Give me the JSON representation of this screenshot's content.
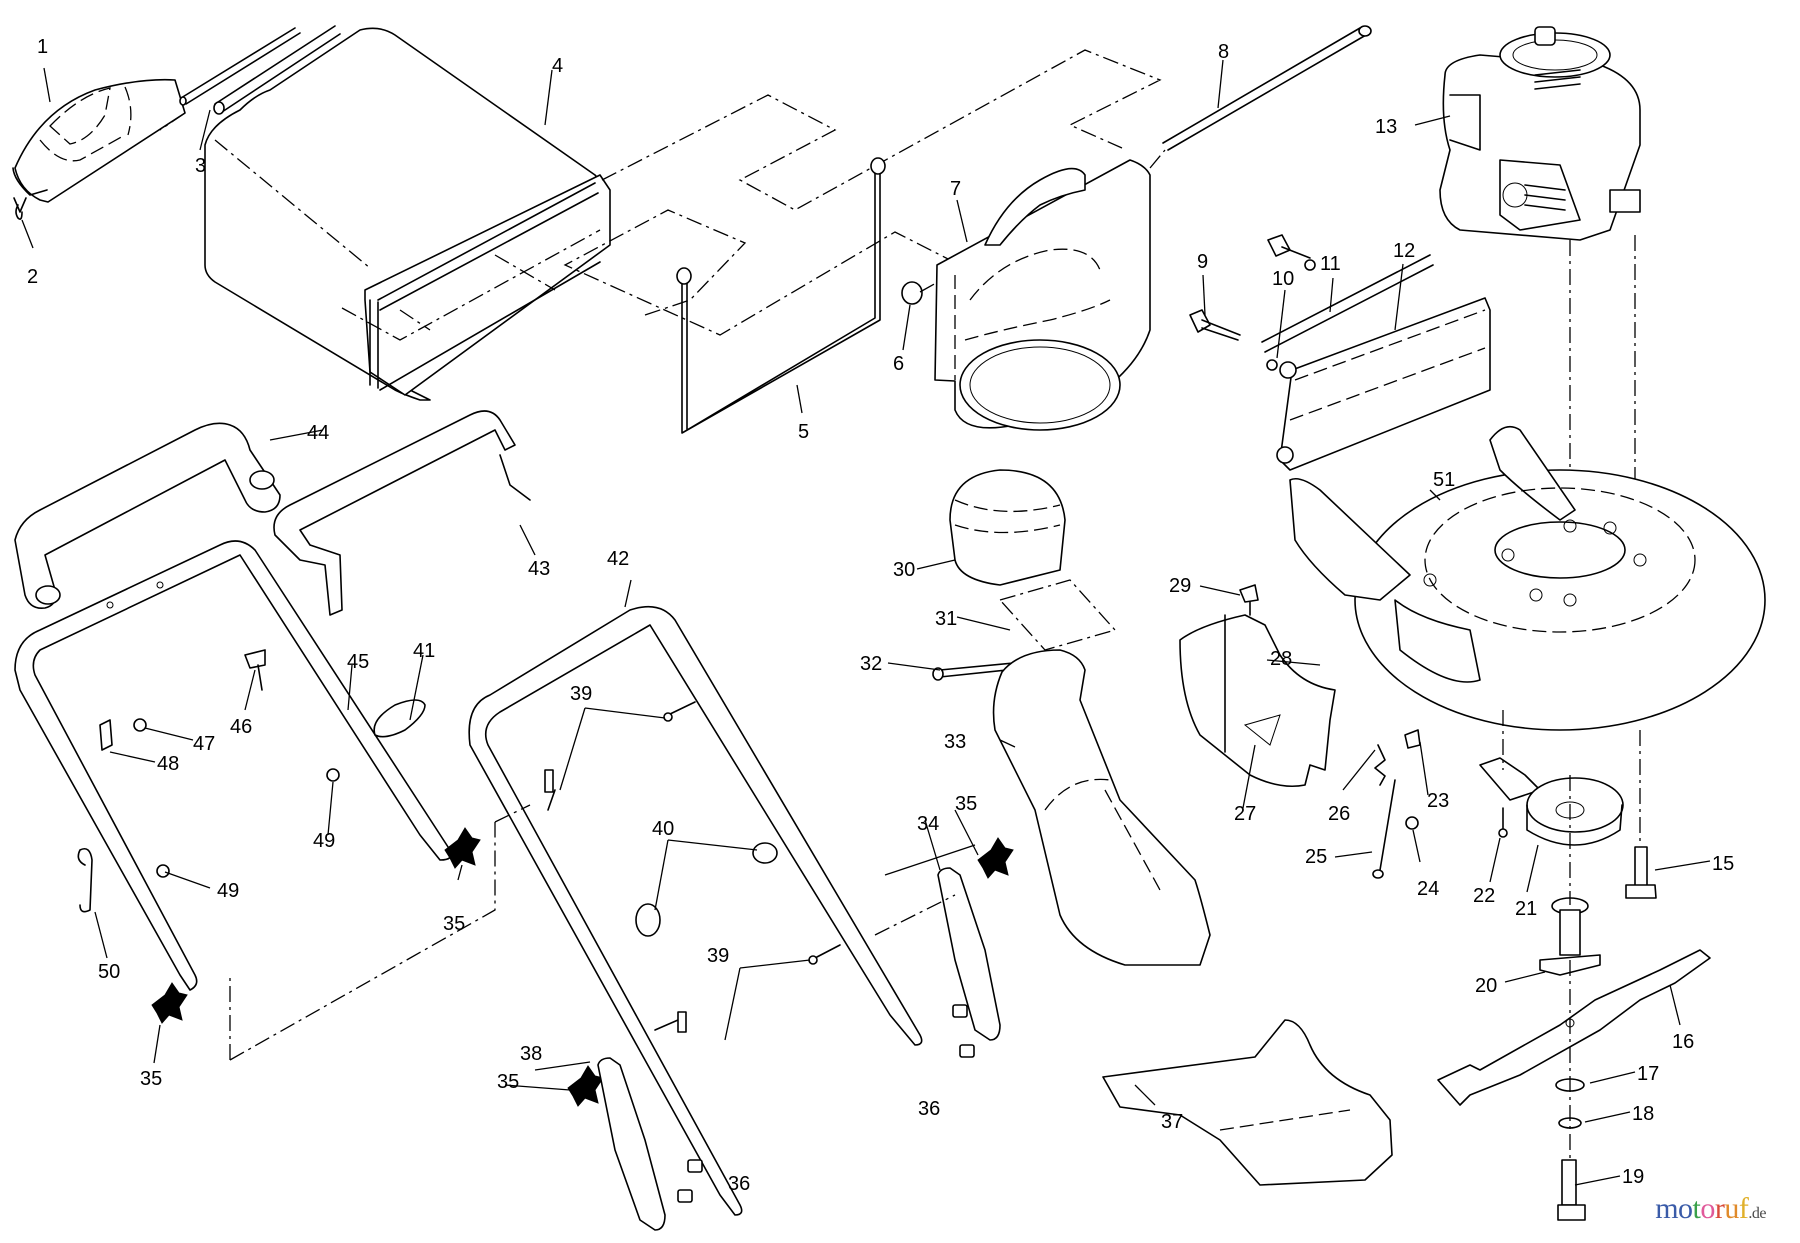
{
  "diagram": {
    "type": "exploded-parts-diagram",
    "subject": "walk-behind lawn mower",
    "parts": [
      {
        "id": "1",
        "label": "1",
        "part": "grass bag handle cover"
      },
      {
        "id": "2",
        "label": "2",
        "part": "clip"
      },
      {
        "id": "3",
        "label": "3",
        "part": "frame rod"
      },
      {
        "id": "4",
        "label": "4",
        "part": "grass bag"
      },
      {
        "id": "5",
        "label": "5",
        "part": "bag wire frame"
      },
      {
        "id": "6",
        "label": "6",
        "part": "retaining ring"
      },
      {
        "id": "7",
        "label": "7",
        "part": "bag frame"
      },
      {
        "id": "8",
        "label": "8",
        "part": "rod"
      },
      {
        "id": "9",
        "label": "9",
        "part": "bolt"
      },
      {
        "id": "10",
        "label": "10",
        "part": "nut"
      },
      {
        "id": "11",
        "label": "11",
        "part": "rear door rod"
      },
      {
        "id": "12",
        "label": "12",
        "part": "rear door"
      },
      {
        "id": "13",
        "label": "13",
        "part": "engine"
      },
      {
        "id": "15",
        "label": "15",
        "part": "engine bolt"
      },
      {
        "id": "16",
        "label": "16",
        "part": "blade"
      },
      {
        "id": "17",
        "label": "17",
        "part": "washer"
      },
      {
        "id": "18",
        "label": "18",
        "part": "lock washer"
      },
      {
        "id": "19",
        "label": "19",
        "part": "blade bolt"
      },
      {
        "id": "20",
        "label": "20",
        "part": "blade adapter"
      },
      {
        "id": "21",
        "label": "21",
        "part": "brake disc"
      },
      {
        "id": "22",
        "label": "22",
        "part": "screw"
      },
      {
        "id": "23",
        "label": "23",
        "part": "bracket"
      },
      {
        "id": "24",
        "label": "24",
        "part": "nut"
      },
      {
        "id": "25",
        "label": "25",
        "part": "rod"
      },
      {
        "id": "26",
        "label": "26",
        "part": "spring"
      },
      {
        "id": "27",
        "label": "27",
        "part": "decal"
      },
      {
        "id": "28",
        "label": "28",
        "part": "side discharge cover"
      },
      {
        "id": "29",
        "label": "29",
        "part": "knob"
      },
      {
        "id": "30",
        "label": "30",
        "part": "mulch plug"
      },
      {
        "id": "31",
        "label": "31",
        "part": "decal"
      },
      {
        "id": "32",
        "label": "32",
        "part": "hinge pin"
      },
      {
        "id": "33",
        "label": "33",
        "part": "discharge chute"
      },
      {
        "id": "34",
        "label": "34",
        "part": "handle bracket right"
      },
      {
        "id": "35",
        "label": "35",
        "part": "handle knob"
      },
      {
        "id": "36",
        "label": "36",
        "part": "bolt"
      },
      {
        "id": "37",
        "label": "37",
        "part": "chute deflector"
      },
      {
        "id": "38",
        "label": "38",
        "part": "handle bracket left"
      },
      {
        "id": "39",
        "label": "39",
        "part": "bolt"
      },
      {
        "id": "40",
        "label": "40",
        "part": "cable tie"
      },
      {
        "id": "41",
        "label": "41",
        "part": "rope guide"
      },
      {
        "id": "42",
        "label": "42",
        "part": "lower handle"
      },
      {
        "id": "43",
        "label": "43",
        "part": "control bail"
      },
      {
        "id": "44",
        "label": "44",
        "part": "handle grip"
      },
      {
        "id": "45",
        "label": "45",
        "part": "upper handle"
      },
      {
        "id": "46",
        "label": "46",
        "part": "clip"
      },
      {
        "id": "47",
        "label": "47",
        "part": "screw"
      },
      {
        "id": "48",
        "label": "48",
        "part": "clip"
      },
      {
        "id": "49",
        "label": "49",
        "part": "nut"
      },
      {
        "id": "50",
        "label": "50",
        "part": "cable guide"
      },
      {
        "id": "51",
        "label": "51",
        "part": "mower deck"
      }
    ]
  },
  "labels": {
    "l1": "1",
    "l2": "2",
    "l3": "3",
    "l4": "4",
    "l5": "5",
    "l6": "6",
    "l7": "7",
    "l8": "8",
    "l9": "9",
    "l10": "10",
    "l11": "11",
    "l12": "12",
    "l13": "13",
    "l15": "15",
    "l16": "16",
    "l17": "17",
    "l18": "18",
    "l19": "19",
    "l20": "20",
    "l21": "21",
    "l22": "22",
    "l23": "23",
    "l24": "24",
    "l25": "25",
    "l26": "26",
    "l27": "27",
    "l28": "28",
    "l29": "29",
    "l30": "30",
    "l31": "31",
    "l32": "32",
    "l33": "33",
    "l34": "34",
    "l35": "35",
    "l36": "36",
    "l37": "37",
    "l38": "38",
    "l39": "39",
    "l40": "40",
    "l41": "41",
    "l42": "42",
    "l43": "43",
    "l44": "44",
    "l45": "45",
    "l46": "46",
    "l47": "47",
    "l48": "48",
    "l49": "49",
    "l50": "50",
    "l51": "51"
  },
  "watermark": {
    "letters": [
      {
        "ch": "m",
        "color": "#3a5ba8"
      },
      {
        "ch": "o",
        "color": "#3a5ba8"
      },
      {
        "ch": "t",
        "color": "#3aa04a"
      },
      {
        "ch": "o",
        "color": "#e05a9a"
      },
      {
        "ch": "r",
        "color": "#d94a3a"
      },
      {
        "ch": "u",
        "color": "#e08a2a"
      },
      {
        "ch": "f",
        "color": "#e0b02a"
      }
    ],
    "tld": ".de"
  }
}
